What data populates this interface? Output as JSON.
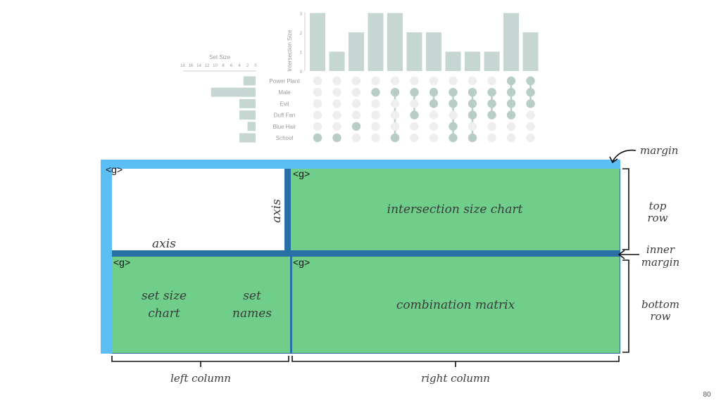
{
  "colors": {
    "bar": "#c6d7d3",
    "dot_inactive": "#eeeeee",
    "dot_active": "#b9cdc8",
    "margin_blue": "#5bbef5",
    "inner_blue": "#2870a6",
    "green": "#6fcf8a",
    "axis_text": "#9a9a9a"
  },
  "upset_preview": {
    "set_size_title": "Set Size",
    "set_size_ticks": [
      "18",
      "16",
      "14",
      "12",
      "10",
      "8",
      "6",
      "4",
      "2",
      "0"
    ],
    "intersection_axis_label": "Intersection Size",
    "intersection_ticks": [
      "3",
      "2",
      "1",
      "0"
    ],
    "intersection_values": [
      3,
      1,
      2,
      3,
      3,
      2,
      2,
      1,
      1,
      1,
      3,
      2
    ],
    "sets": [
      {
        "name": "Power Plant",
        "size": 3
      },
      {
        "name": "Male",
        "size": 11
      },
      {
        "name": "Evil",
        "size": 4
      },
      {
        "name": "Duff Fan",
        "size": 4
      },
      {
        "name": "Blue Hair",
        "size": 2
      },
      {
        "name": "School",
        "size": 4
      }
    ],
    "memberships": [
      [
        5
      ],
      [
        5
      ],
      [
        4
      ],
      [
        1
      ],
      [
        1,
        5
      ],
      [
        1,
        3
      ],
      [
        1,
        2
      ],
      [
        1,
        2,
        4,
        5
      ],
      [
        1,
        2,
        3,
        5
      ],
      [
        1,
        2,
        3
      ],
      [
        0,
        1,
        2,
        3
      ],
      [
        0,
        1,
        2
      ]
    ]
  },
  "diagram": {
    "g_labels": [
      "<g>",
      "<g>",
      "<g>",
      "<g>"
    ],
    "axis_label_left": "axis",
    "axis_label_vertical": "axis",
    "intersection_chart_label": "intersection size chart",
    "set_size_chart_label": [
      "set size",
      "chart"
    ],
    "set_names_label": [
      "set",
      "names"
    ],
    "combination_matrix_label": "combination matrix",
    "margin_label": "margin",
    "top_row_label": [
      "top",
      "row"
    ],
    "inner_margin_label": [
      "inner",
      "margin"
    ],
    "bottom_row_label": [
      "bottom",
      "row"
    ],
    "left_column_label": "left column",
    "right_column_label": "right column"
  },
  "page_number": "80"
}
